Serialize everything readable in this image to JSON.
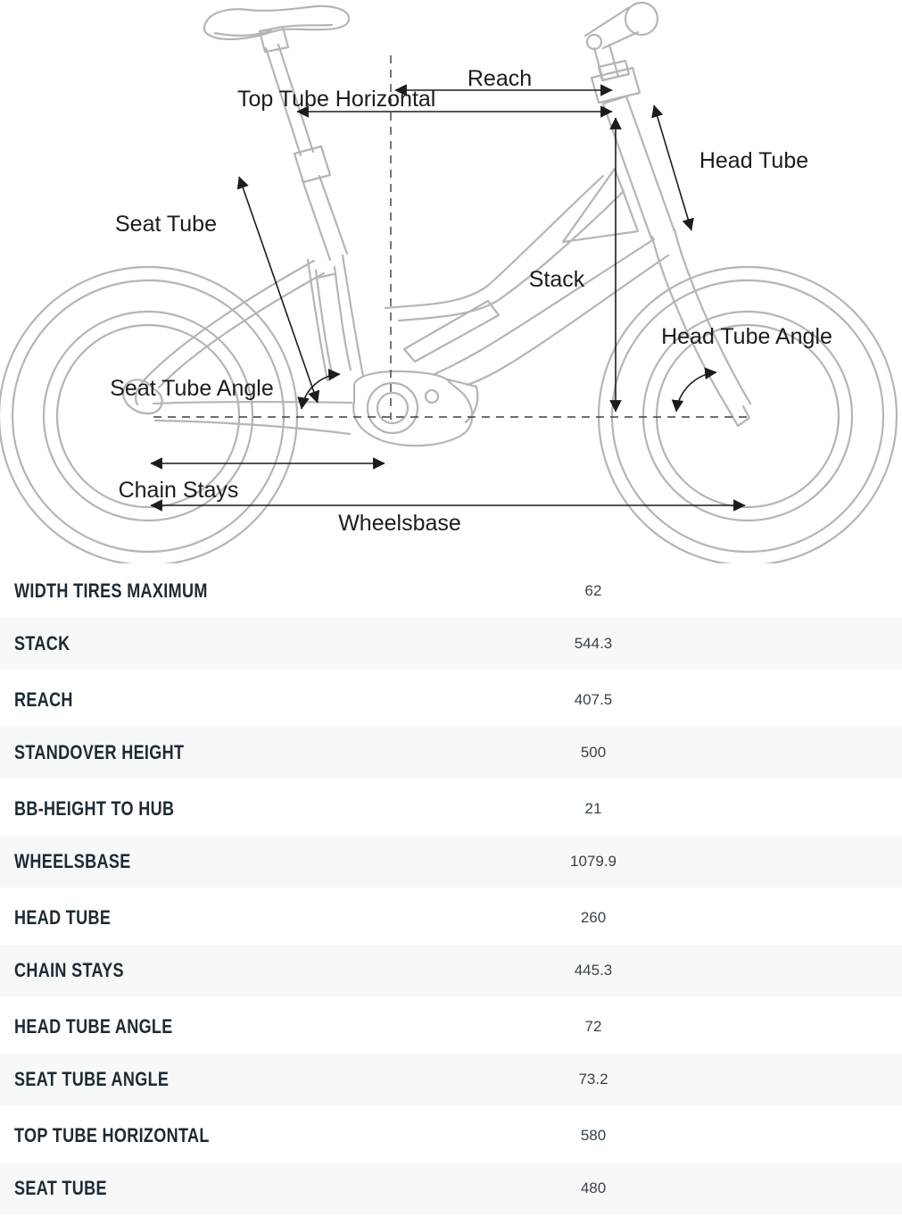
{
  "diagram": {
    "labels": {
      "reach": "Reach",
      "top_tube_horizontal": "Top Tube Horizontal",
      "head_tube": "Head Tube",
      "seat_tube": "Seat Tube",
      "stack": "Stack",
      "head_tube_angle": "Head Tube Angle",
      "seat_tube_angle": "Seat Tube Angle",
      "chain_stays": "Chain Stays",
      "wheelsbase": "Wheelsbase"
    },
    "colors": {
      "bike_line": "#b5b5b5",
      "annotation": "#1c1c1c"
    }
  },
  "table": {
    "rows": [
      {
        "label": "WIDTH TIRES MAXIMUM",
        "value": "62"
      },
      {
        "label": "STACK",
        "value": "544.3"
      },
      {
        "label": "REACH",
        "value": "407.5"
      },
      {
        "label": "STANDOVER HEIGHT",
        "value": "500"
      },
      {
        "label": "BB-HEIGHT TO HUB",
        "value": "21"
      },
      {
        "label": "WHEELSBASE",
        "value": "1079.9"
      },
      {
        "label": "HEAD TUBE",
        "value": "260"
      },
      {
        "label": "CHAIN STAYS",
        "value": "445.3"
      },
      {
        "label": "HEAD TUBE ANGLE",
        "value": "72"
      },
      {
        "label": "SEAT TUBE ANGLE",
        "value": "73.2"
      },
      {
        "label": "TOP TUBE HORIZONTAL",
        "value": "580"
      },
      {
        "label": "SEAT TUBE",
        "value": "480"
      }
    ],
    "colors": {
      "label": "#1d2a33",
      "value": "#37444c",
      "alt_row_bg": "#f7f8f8"
    }
  }
}
